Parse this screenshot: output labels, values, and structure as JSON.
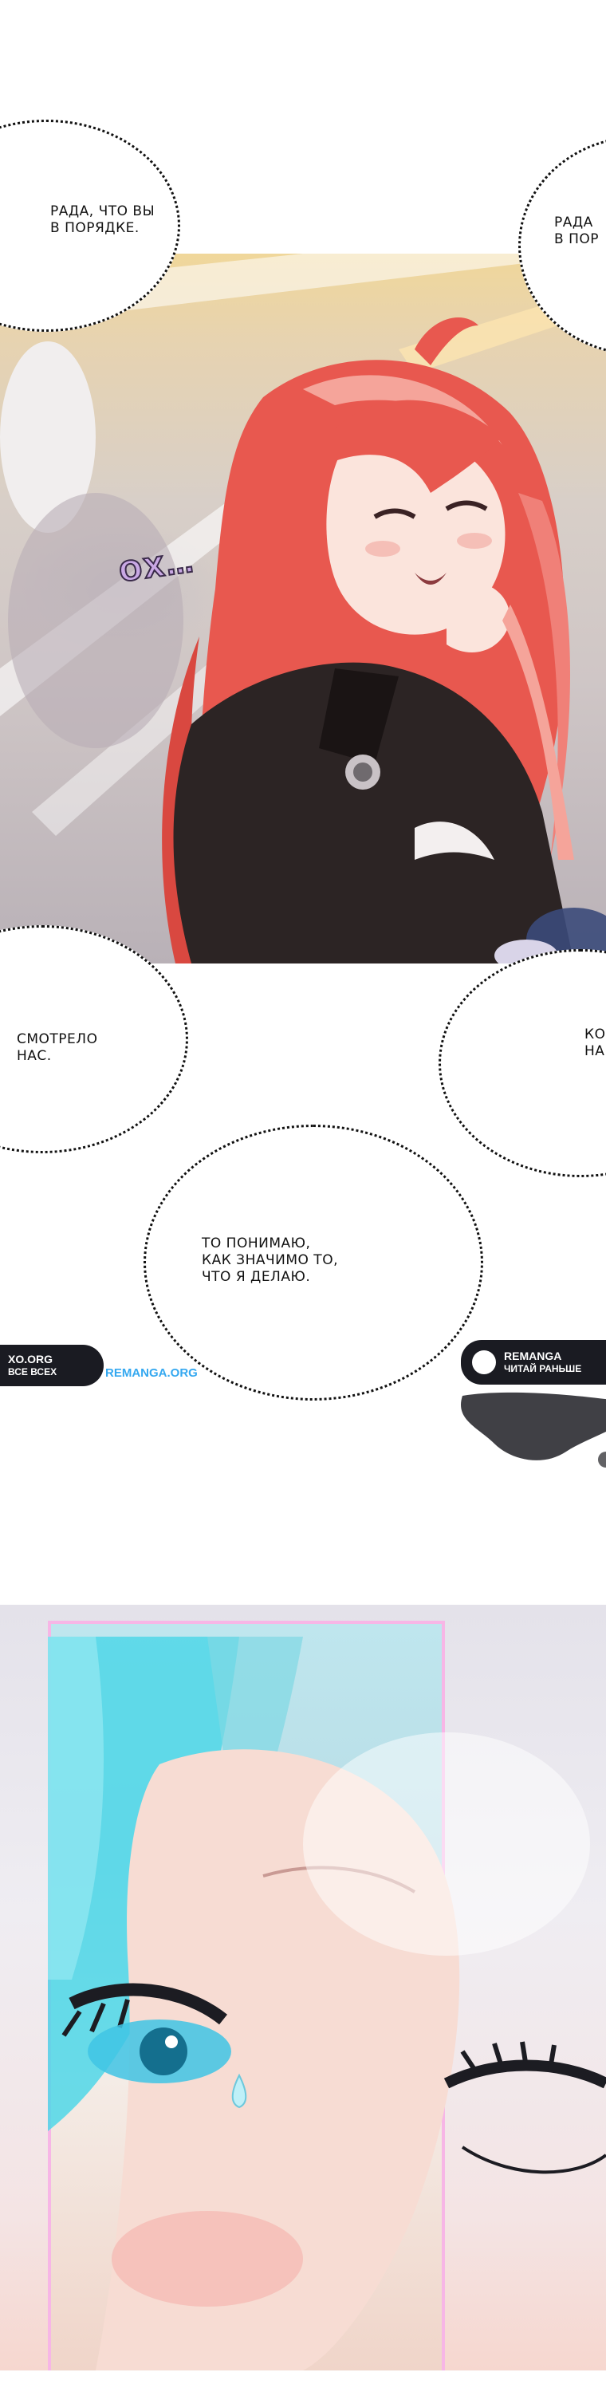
{
  "bubbles": {
    "b1": "РАДА, ЧТО ВЫ\nВ ПОРЯДКЕ.",
    "b2": "РАДА\nВ ПОР",
    "b3": "СМОТРЕЛО\nНАС.",
    "b4": "КОГДА\nНА НАС",
    "b5": "ТО ПОНИМАЮ,\nКАК ЗНАЧИМО ТО,\nЧТО Я ДЕЛАЮ."
  },
  "sfx": "ОХ…",
  "watermarks": {
    "left_line1": "XO.ORG",
    "left_line2": "ВСЕ ВСЕХ",
    "center": "REMANGA.ORG",
    "right_line1": "REMANGA",
    "right_line2": "ЧИТАЙ РАНЬШЕ"
  },
  "colors": {
    "hair_red": "#e8584f",
    "hair_cyan": "#4fd7e8",
    "frame_pink": "#f7b6e6",
    "watermark_blue": "#34a8f0"
  }
}
